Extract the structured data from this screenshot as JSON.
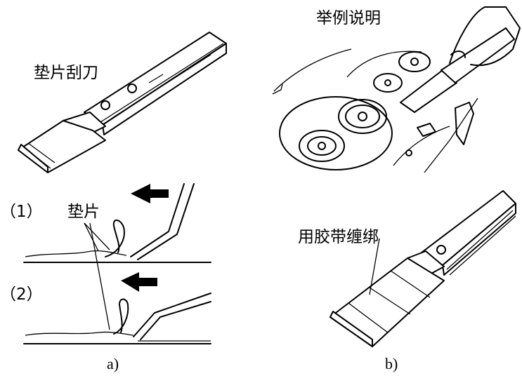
{
  "labels": {
    "scraper_title": "垫片刮刀",
    "step1": "（1）",
    "step2": "（2）",
    "gasket": "垫片",
    "example": "举例说明",
    "tape_wrap": "用胶带缠绑",
    "caption_a": "a)",
    "caption_b": "b)"
  },
  "colors": {
    "ink": "#000000",
    "paper": "#ffffff"
  }
}
